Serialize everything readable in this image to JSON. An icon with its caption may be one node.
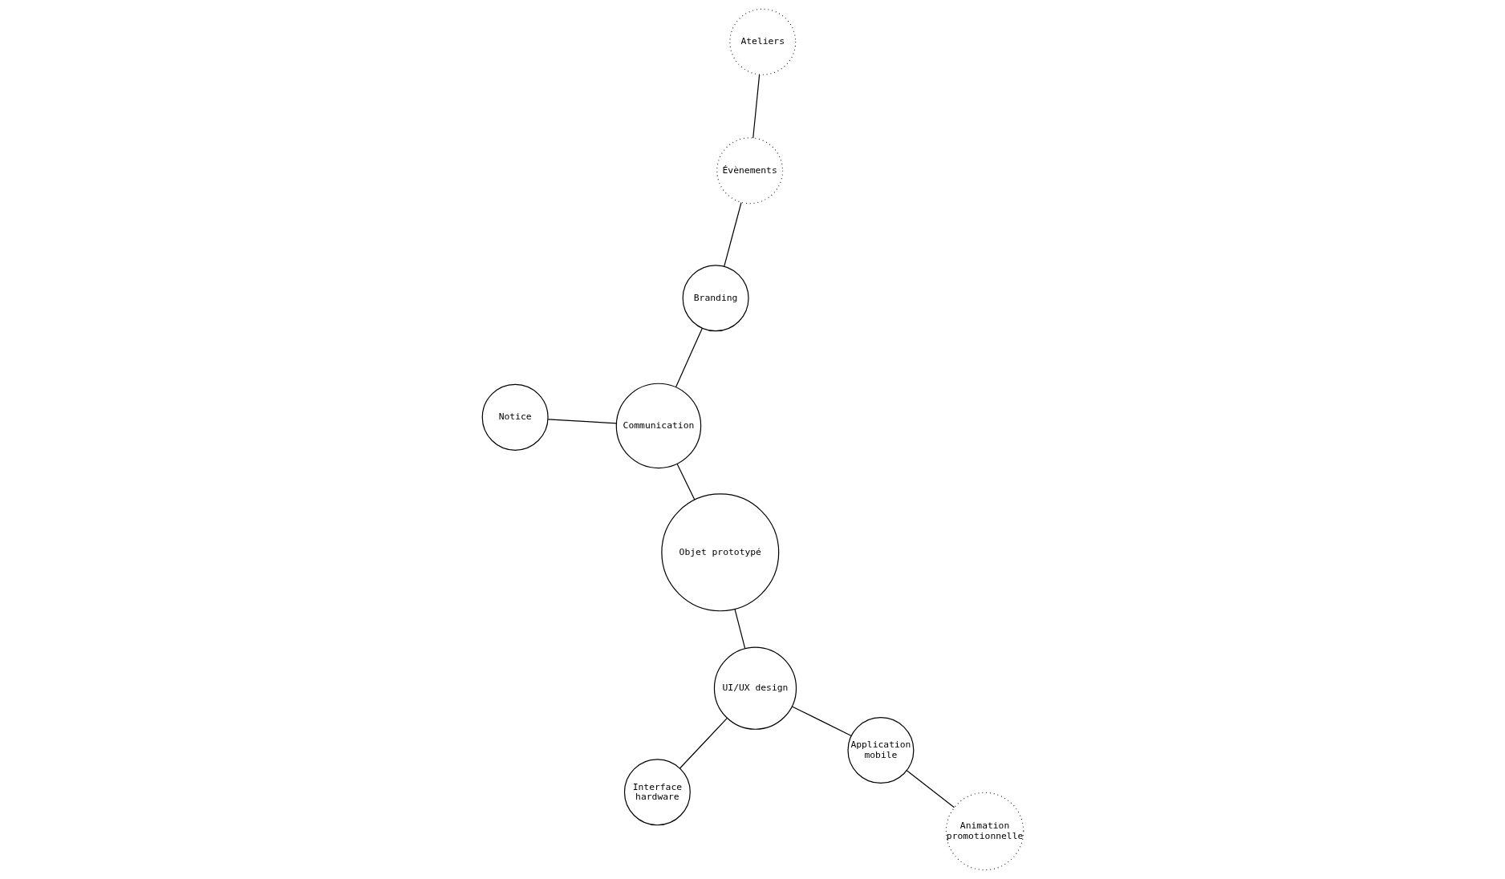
{
  "diagram": {
    "nodes": [
      {
        "text": [
          "Notice"
        ]
      },
      {
        "text": [
          "Communication"
        ]
      },
      {
        "text": [
          "Objet prototypé"
        ]
      },
      {
        "text": [
          "Branding"
        ]
      },
      {
        "text": [
          "Évènements"
        ]
      },
      {
        "text": [
          "Ateliers"
        ]
      },
      {
        "text": [
          "Animation promotionnelle"
        ]
      },
      {
        "text": [
          "Application mobile"
        ]
      },
      {
        "text": [
          "Interface hardware"
        ]
      },
      {
        "text": [
          "UI/UX design"
        ]
      }
    ],
    "edges": [
      {
        "from": 0,
        "to": 1,
        "arrow": "none"
      },
      {
        "from": 1,
        "to": 2,
        "arrow": "none"
      },
      {
        "from": 1,
        "to": 3,
        "arrow": "none"
      },
      {
        "from": 3,
        "to": 4,
        "arrow": "none"
      },
      {
        "from": 4,
        "to": 5,
        "arrow": "none"
      },
      {
        "from": 2,
        "to": 9,
        "arrow": "none"
      },
      {
        "from": 7,
        "to": 6,
        "arrow": "none"
      },
      {
        "from": 7,
        "to": 9,
        "arrow": "none"
      },
      {
        "from": 9,
        "to": 8,
        "arrow": "none"
      }
    ]
  }
}
